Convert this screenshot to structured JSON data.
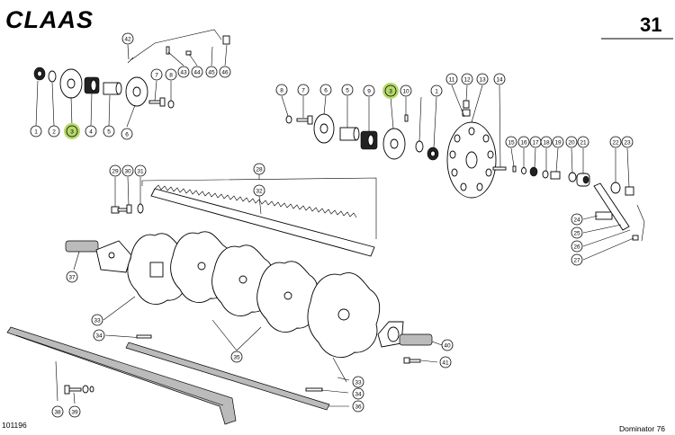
{
  "header": {
    "logo_text": "CLAAS",
    "page_number": "31"
  },
  "footer": {
    "drawing_number": "101196",
    "model": "Dominator 76"
  },
  "colors": {
    "highlight": "#b5d96a"
  },
  "callouts": [
    {
      "label": "1"
    },
    {
      "label": "2"
    },
    {
      "label": "3",
      "highlight": true
    },
    {
      "label": "4"
    },
    {
      "label": "5"
    },
    {
      "label": "6"
    },
    {
      "label": "7"
    },
    {
      "label": "8"
    },
    {
      "label": "42"
    },
    {
      "label": "43"
    },
    {
      "label": "44"
    },
    {
      "label": "45"
    },
    {
      "label": "46"
    },
    {
      "label": "8"
    },
    {
      "label": "7"
    },
    {
      "label": "6"
    },
    {
      "label": "5"
    },
    {
      "label": "9"
    },
    {
      "label": "3",
      "highlight": true
    },
    {
      "label": "10"
    },
    {
      "label": "1"
    },
    {
      "label": "11"
    },
    {
      "label": "12"
    },
    {
      "label": "13"
    },
    {
      "label": "14"
    },
    {
      "label": "15"
    },
    {
      "label": "16"
    },
    {
      "label": "17"
    },
    {
      "label": "18"
    },
    {
      "label": "19"
    },
    {
      "label": "20"
    },
    {
      "label": "21"
    },
    {
      "label": "22"
    },
    {
      "label": "23"
    },
    {
      "label": "24"
    },
    {
      "label": "25"
    },
    {
      "label": "26"
    },
    {
      "label": "27"
    },
    {
      "label": "28"
    },
    {
      "label": "29"
    },
    {
      "label": "30"
    },
    {
      "label": "31"
    },
    {
      "label": "32"
    },
    {
      "label": "37"
    },
    {
      "label": "33"
    },
    {
      "label": "34"
    },
    {
      "label": "35"
    },
    {
      "label": "33"
    },
    {
      "label": "34"
    },
    {
      "label": "36"
    },
    {
      "label": "40"
    },
    {
      "label": "41"
    },
    {
      "label": "38"
    },
    {
      "label": "39"
    }
  ]
}
